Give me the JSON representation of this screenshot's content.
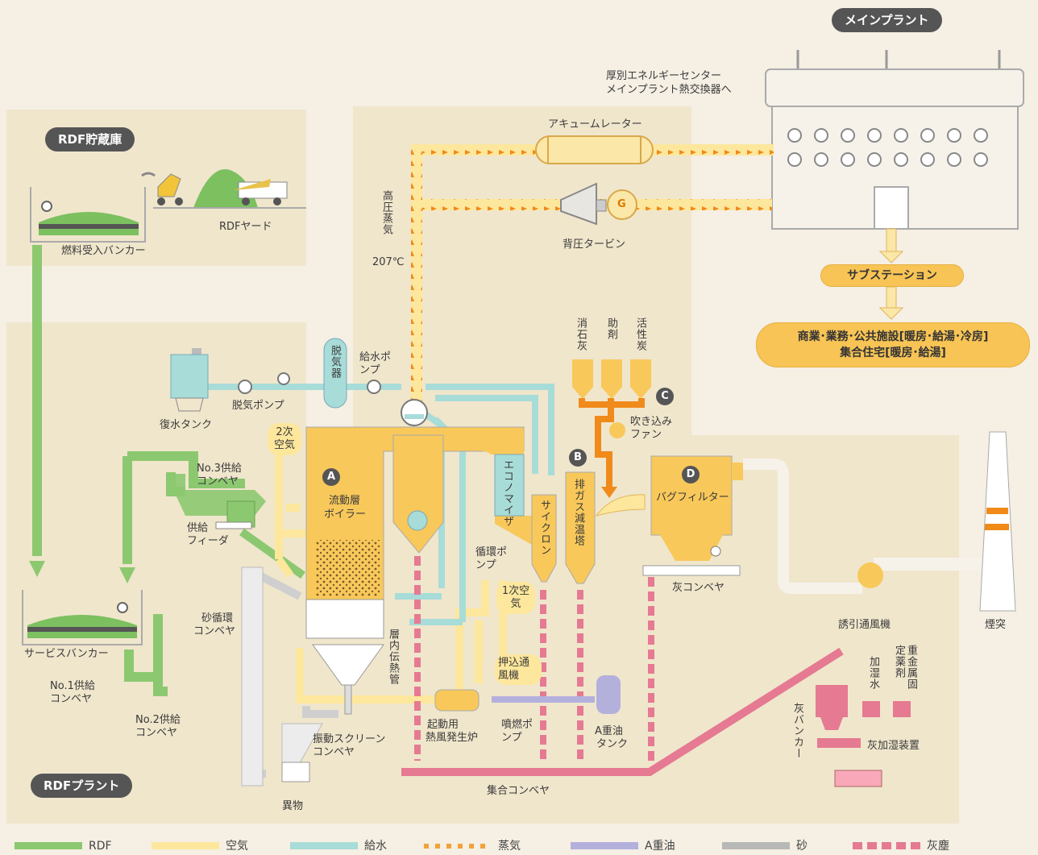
{
  "sections": {
    "main_plant": "メインプラント",
    "rdf_storage": "RDF貯蔵庫",
    "rdf_plant": "RDFプラント"
  },
  "main_plant": {
    "heat_exchanger_note_line1": "厚別エネルギーセンター",
    "heat_exchanger_note_line2": "メインプラント熱交換器へ",
    "substation": "サブステーション",
    "consumers_line1": "商業･業務･公共施設[暖房･給湯･冷房]",
    "consumers_line2": "集合住宅[暖房･給湯]"
  },
  "labels": {
    "accumulator": "アキュームレーター",
    "turbine": "背圧タービン",
    "generator": "G",
    "high_pressure_steam": "高圧蒸気",
    "steam_temp": "207℃",
    "rdf_yard": "RDFヤード",
    "fuel_bunker": "燃料受入バンカー",
    "deaerator": "脱気器",
    "feed_pump": "給水ポンプ",
    "deaerator_pump": "脱気ポンプ",
    "condensate_tank": "復水タンク",
    "secondary_air": "2次空気",
    "no3_conveyor_line1": "No.3供給",
    "no3_conveyor_line2": "コンベヤ",
    "feeder_line1": "供給",
    "feeder_line2": "フィーダ",
    "boiler_line1": "流動層",
    "boiler_line2": "ボイラー",
    "economizer": "エコノマイザ",
    "cyclone": "サイクロン",
    "cooling_tower": "排ガス減温塔",
    "circulation_pump": "循環ポンプ",
    "primary_air": "1次空気",
    "forced_fan": "押込通風機",
    "in_bed_tube": "層内伝熱管",
    "slaked_lime": "消石灰",
    "additive": "助剤",
    "activated_carbon": "活性炭",
    "blower_fan": "吹き込みファン",
    "bag_filter": "バグフィルター",
    "ash_conveyor": "灰コンベヤ",
    "induced_fan": "誘引通風機",
    "chimney": "煙突",
    "sand_conveyor_line1": "砂循環",
    "sand_conveyor_line2": "コンベヤ",
    "service_bunker": "サービスバンカー",
    "no1_conveyor_line1": "No.1供給",
    "no1_conveyor_line2": "コンベヤ",
    "no2_conveyor_line1": "No.2供給",
    "no2_conveyor_line2": "コンベヤ",
    "startup_furnace_line1": "起動用",
    "startup_furnace_line2": "熱風発生炉",
    "burner_pump": "噴燃ポンプ",
    "oil_tank_line1": "A重油",
    "oil_tank_line2": "タンク",
    "screen_conveyor_line1": "振動スクリーン",
    "screen_conveyor_line2": "コンベヤ",
    "foreign_matter": "異物",
    "collection_conveyor": "集合コンベヤ",
    "humidifying_water": "加湿水",
    "heavy_metal_agent": "重金属固定薬剤",
    "ash_bunker": "灰バンカー",
    "ash_humidifier": "灰加湿装置"
  },
  "badges": [
    "A",
    "B",
    "C",
    "D"
  ],
  "legend": [
    {
      "label": "RDF",
      "color": "#8cc870",
      "style": "solid"
    },
    {
      "label": "空気",
      "color": "#fde79c",
      "style": "solid"
    },
    {
      "label": "給水",
      "color": "#a8dcd8",
      "style": "solid"
    },
    {
      "label": "蒸気",
      "color": "#f3a23a",
      "style": "arrows"
    },
    {
      "label": "A重油",
      "color": "#b4b0dc",
      "style": "solid"
    },
    {
      "label": "砂",
      "color": "#b8b8b8",
      "style": "solid"
    },
    {
      "label": "灰塵",
      "color": "#e57a92",
      "style": "dashed"
    }
  ],
  "colors": {
    "rdf": "#8cc870",
    "air": "#fde79c",
    "water": "#a8dcd8",
    "steam": "#f3a23a",
    "oil": "#b4b0dc",
    "sand": "#b8b8b8",
    "ash": "#e57a92",
    "equipment": "#f8c85a",
    "background": "#f5efe4",
    "panel": "#f0e6cc"
  }
}
